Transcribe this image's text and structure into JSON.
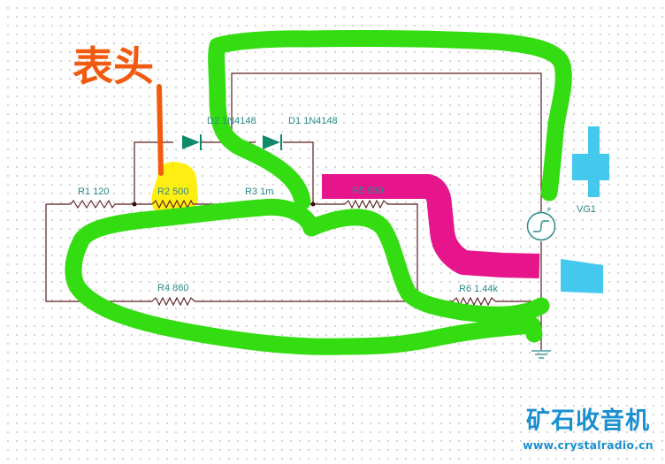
{
  "annotation": {
    "meter_label": "表头"
  },
  "components": {
    "r1": "R1 120",
    "r2": "R2 500",
    "r3": "R3 1m",
    "r4": "R4 860",
    "r5": "R5 980",
    "r6": "R6 1.44k",
    "d1": "D1 1N4148",
    "d2": "D2 1N4148",
    "vg1": "VG1"
  },
  "vg1_polarity": "+",
  "watermark": {
    "title": "矿石收音机",
    "url": "www.crystalradio.cn"
  },
  "colors": {
    "wire": "#5a1a1a",
    "highlight_green": "#33dd11",
    "highlight_magenta": "#e6158c",
    "highlight_yellow": "#ffee11",
    "highlight_blue": "#44c8ee",
    "annotation_orange": "#f25a10",
    "label_teal": "#2b8a8a",
    "diode": "#0d8a6a"
  }
}
